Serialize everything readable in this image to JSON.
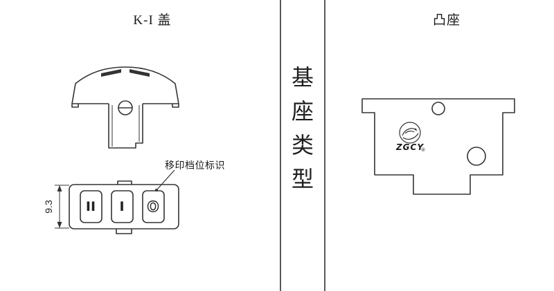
{
  "left": {
    "title": "K-I 盖",
    "annotation": "移印档位标识",
    "dimension": "9.3",
    "switch_labels": [
      "II",
      "I",
      "O"
    ]
  },
  "divider": {
    "vertical_text": "基座类型",
    "chars": [
      "基",
      "座",
      "类",
      "型"
    ]
  },
  "right": {
    "title": "凸座",
    "logo_text": "ZGCY",
    "logo_reg": "®"
  },
  "colors": {
    "line": "#333333",
    "divider_line": "#595959",
    "background": "#ffffff"
  }
}
